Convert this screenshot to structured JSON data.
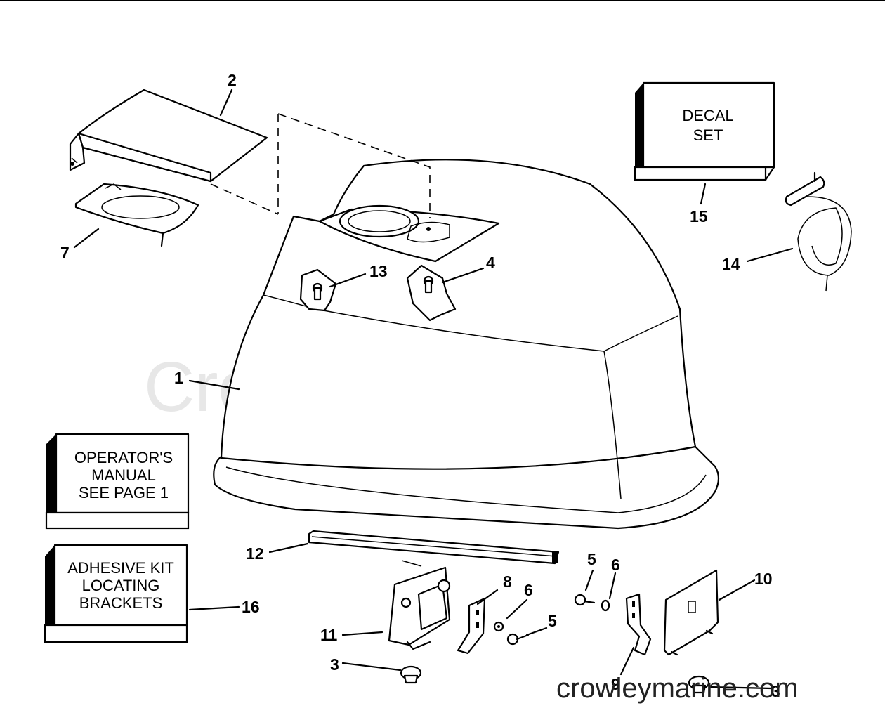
{
  "watermark": "Crowley Marine",
  "site_url": "crowleymarine.com",
  "boxes": {
    "decal": [
      "DECAL",
      "SET"
    ],
    "manual": [
      "OPERATOR'S",
      "MANUAL",
      "SEE PAGE 1"
    ],
    "adhesive": [
      "ADHESIVE KIT",
      "LOCATING",
      "BRACKETS"
    ]
  },
  "callouts": {
    "c1": "1",
    "c2": "2",
    "c3a": "3",
    "c3b": "3",
    "c4": "4",
    "c5a": "5",
    "c5b": "5",
    "c6a": "6",
    "c6b": "6",
    "c7": "7",
    "c8": "8",
    "c9": "9",
    "c10": "10",
    "c11": "11",
    "c12": "12",
    "c13": "13",
    "c14": "14",
    "c15": "15",
    "c16": "16"
  }
}
